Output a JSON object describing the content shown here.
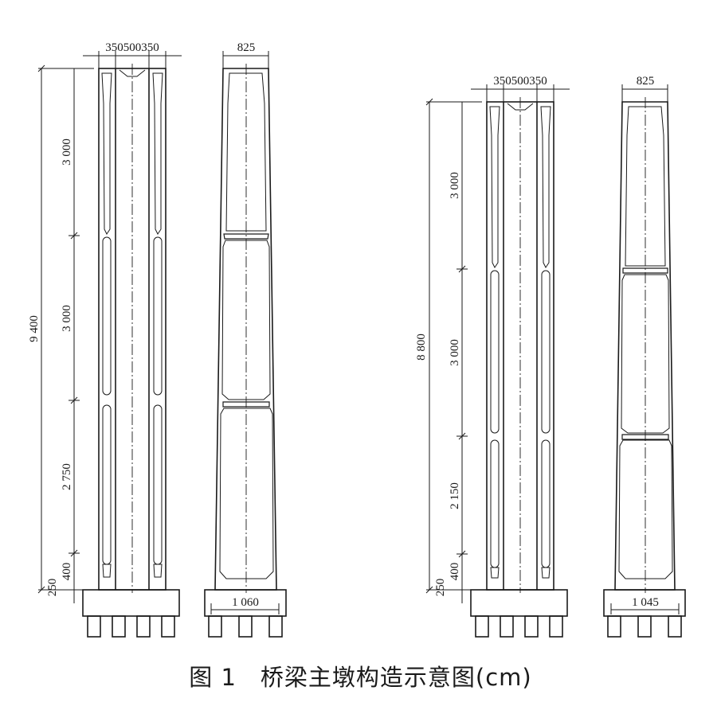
{
  "caption": "图 1　桥梁主墩构造示意图(cm)",
  "piers": [
    {
      "total_height": "9 400",
      "segments": [
        "3 000",
        "3 000",
        "2 750",
        "400",
        "250"
      ],
      "top_widths": "350500350",
      "side_top_width": "825",
      "base_width": "1 060"
    },
    {
      "total_height": "8 800",
      "segments": [
        "3 000",
        "3 000",
        "2 150",
        "400",
        "250"
      ],
      "top_widths": "350500350",
      "side_top_width": "825",
      "base_width": "1 045"
    }
  ]
}
